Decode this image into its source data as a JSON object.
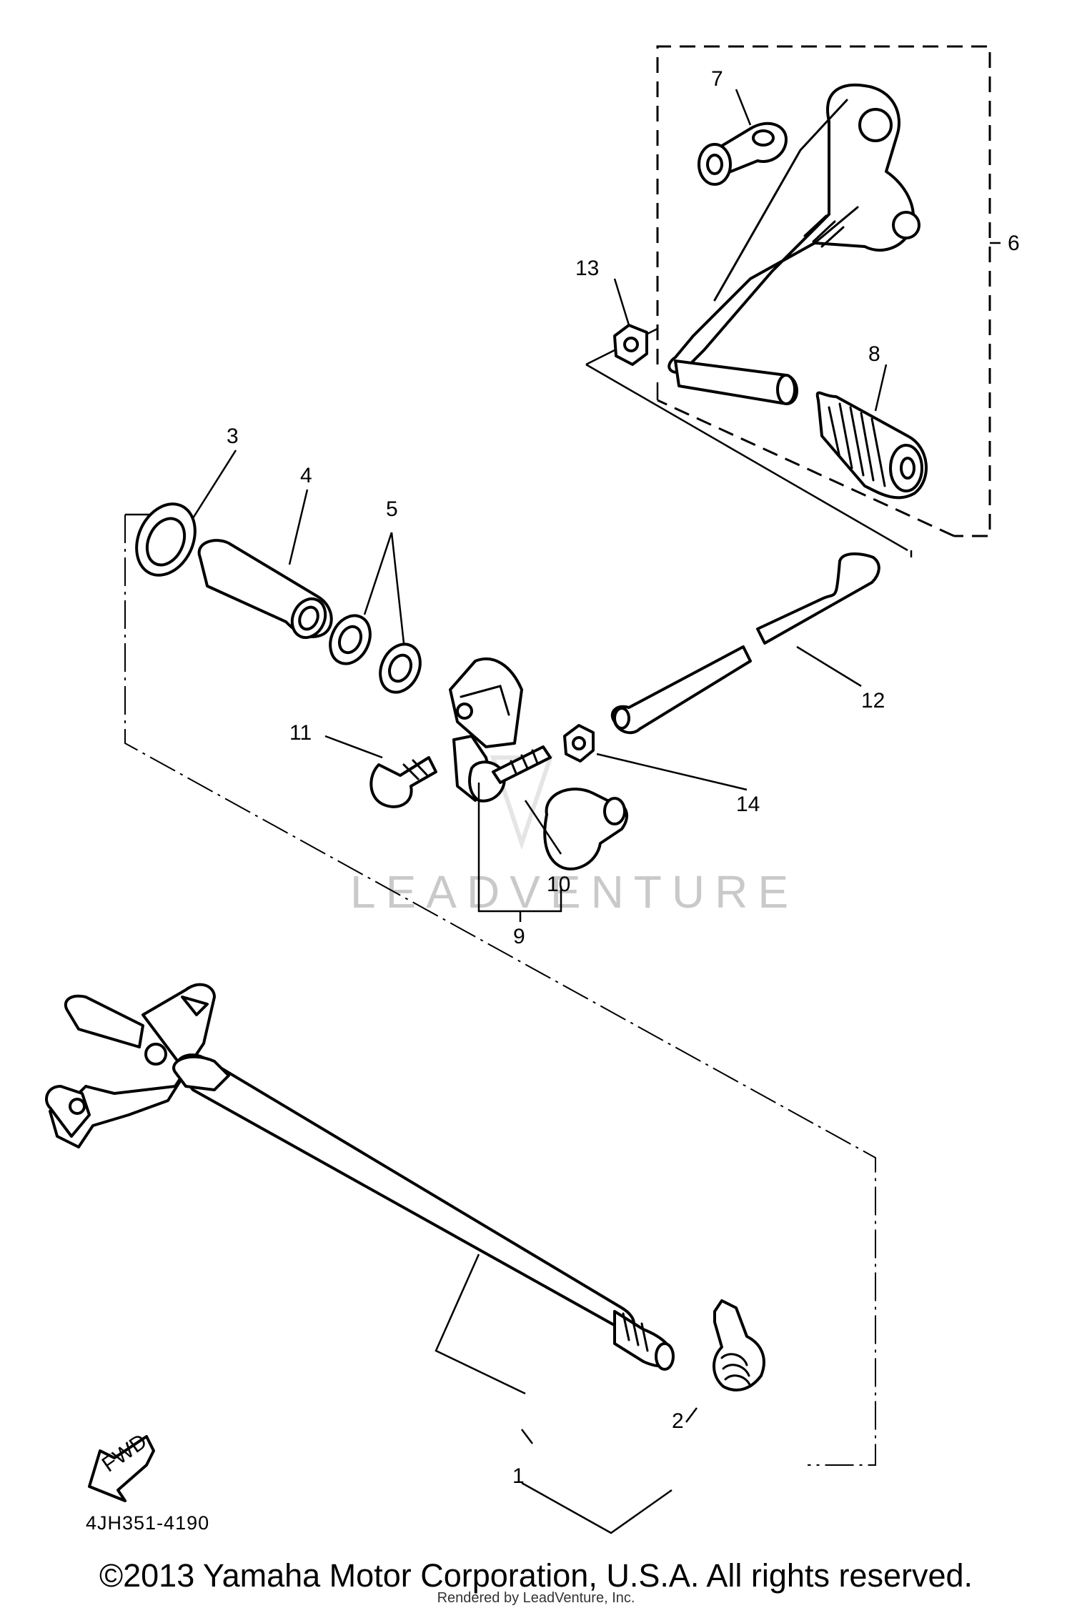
{
  "diagram": {
    "part_labels": {
      "p1": "1",
      "p2": "2",
      "p3": "3",
      "p4": "4",
      "p5": "5",
      "p6": "6",
      "p7": "7",
      "p8": "8",
      "p9": "9",
      "p10": "10",
      "p11": "11",
      "p12": "12",
      "p13": "13",
      "p14": "14"
    },
    "fwd_label": "FWD",
    "diagram_code": "4JH351-4190",
    "watermark": "LEADVENTURE"
  },
  "footer": {
    "copyright": "©2013 Yamaha Motor Corporation, U.S.A. All rights reserved.",
    "rendered_by": "Rendered by LeadVenture, Inc."
  }
}
